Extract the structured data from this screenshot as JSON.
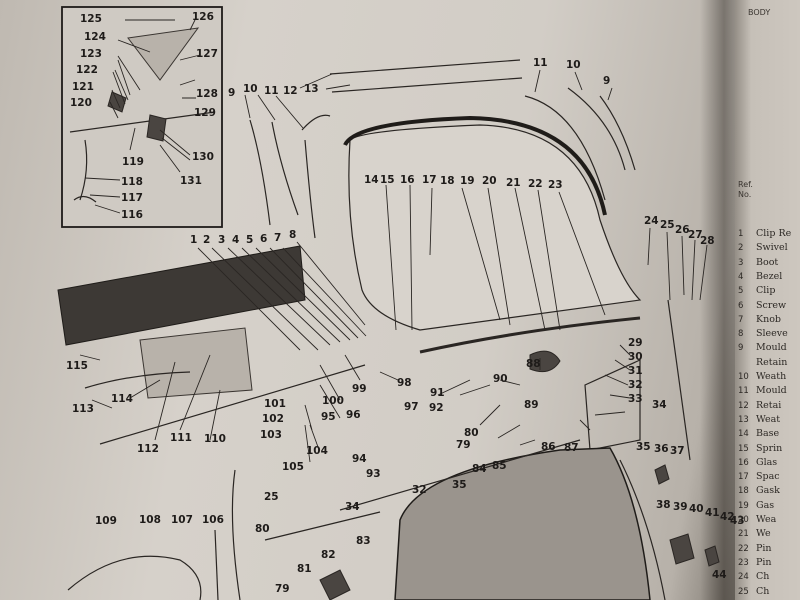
{
  "header": {
    "top_right": "BODY"
  },
  "parts_list": {
    "head_line_1": "Ref.",
    "head_line_2": "No.",
    "rows": [
      {
        "num": "1",
        "name": "Clip Re"
      },
      {
        "num": "2",
        "name": "Swivel"
      },
      {
        "num": "3",
        "name": "Boot"
      },
      {
        "num": "4",
        "name": "Bezel"
      },
      {
        "num": "5",
        "name": "Clip"
      },
      {
        "num": "6",
        "name": "Screw"
      },
      {
        "num": "7",
        "name": "Knob"
      },
      {
        "num": "8",
        "name": "Sleeve"
      },
      {
        "num": "9",
        "name": "Mould"
      },
      {
        "num": "",
        "name": "Retain"
      },
      {
        "num": "10",
        "name": "Weath"
      },
      {
        "num": "11",
        "name": "Mould"
      },
      {
        "num": "12",
        "name": "Retai"
      },
      {
        "num": "13",
        "name": "Weat"
      },
      {
        "num": "14",
        "name": "Base"
      },
      {
        "num": "15",
        "name": "Sprin"
      },
      {
        "num": "16",
        "name": "Glas"
      },
      {
        "num": "17",
        "name": "Spac"
      },
      {
        "num": "18",
        "name": "Gask"
      },
      {
        "num": "19",
        "name": "Gas"
      },
      {
        "num": "20",
        "name": "Wea"
      },
      {
        "num": "21",
        "name": "We"
      },
      {
        "num": "22",
        "name": "Pin"
      },
      {
        "num": "23",
        "name": "Pin"
      },
      {
        "num": "24",
        "name": "Ch"
      },
      {
        "num": "25",
        "name": "Ch"
      }
    ]
  },
  "callouts": [
    "125",
    "126",
    "124",
    "123",
    "127",
    "122",
    "121",
    "128",
    "120",
    "129",
    "119",
    "130",
    "131",
    "118",
    "117",
    "116",
    "9",
    "10",
    "11",
    "12",
    "13",
    "11",
    "10",
    "9",
    "14",
    "15",
    "16",
    "17",
    "18",
    "19",
    "20",
    "21",
    "22",
    "23",
    "1",
    "2",
    "3",
    "4",
    "5",
    "6",
    "7",
    "8",
    "24",
    "25",
    "26",
    "27",
    "28",
    "115",
    "114",
    "113",
    "112",
    "111",
    "110",
    "99",
    "98",
    "101",
    "102",
    "103",
    "100",
    "95",
    "96",
    "97",
    "104",
    "105",
    "88",
    "90",
    "91",
    "89",
    "92",
    "80",
    "79",
    "94",
    "93",
    "85",
    "86",
    "87",
    "29",
    "30",
    "31",
    "32",
    "33",
    "34",
    "35",
    "36",
    "37",
    "84",
    "32",
    "35",
    "34",
    "25",
    "80",
    "79",
    "81",
    "82",
    "83",
    "109",
    "108",
    "107",
    "106",
    "38",
    "39",
    "40",
    "41",
    "42",
    "43",
    "44"
  ]
}
